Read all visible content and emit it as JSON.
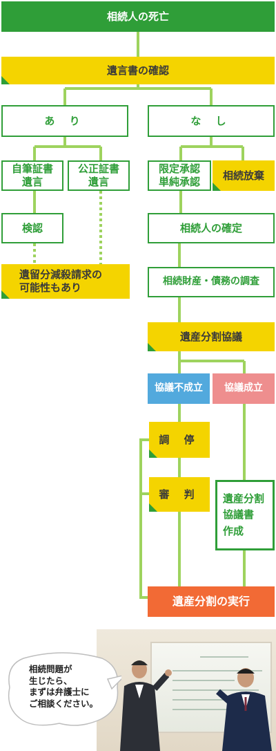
{
  "diagram": {
    "death": "相続人の死亡",
    "will_check": "遺言書の確認",
    "yes": "あ り",
    "no": "な し",
    "holographic_will": [
      "自筆証書",
      "遺言"
    ],
    "notarized_will": [
      "公正証書",
      "遺言"
    ],
    "probate": "検認",
    "reserved_portion": [
      "遺留分減殺請求の",
      "可能性もあり"
    ],
    "acceptance": [
      "限定承認",
      "単純承認"
    ],
    "renunciation": "相続放棄",
    "heir_confirmation": "相続人の確定",
    "asset_debt_survey": "相続財産・債務の調査",
    "division_talks": "遺産分割協議",
    "talks_failed": "協議不成立",
    "talks_succeeded": "協議成立",
    "mediation": "調 停",
    "adjudication": "審 判",
    "agreement_document": [
      "遺産分割",
      "協議書",
      "作成"
    ],
    "division_execution": "遺産分割の実行"
  },
  "consult": {
    "lines": [
      "相続問題が",
      "生じたら、",
      "まずは弁護士に",
      "ご相談ください。"
    ]
  },
  "colors": {
    "green": "#2f9e38",
    "yellow": "#f4d400",
    "blue": "#52a9dd",
    "pink": "#ee8e8e",
    "orange": "#f26a35",
    "connector": "#9ed35e"
  }
}
